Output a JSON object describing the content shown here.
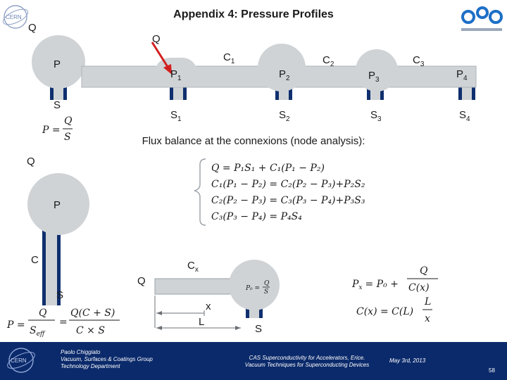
{
  "header": {
    "title": "Appendix 4: Pressure Profiles"
  },
  "top_diagram": {
    "q_outside": "Q",
    "q_arrow": "Q",
    "chamber_p": "P",
    "pump_s": "S",
    "conductances": [
      "C",
      "C",
      "C"
    ],
    "conductance_subs": [
      "1",
      "2",
      "3"
    ],
    "pressures": [
      "P",
      "P",
      "P",
      "P"
    ],
    "pressure_subs": [
      "1",
      "2",
      "3",
      "4"
    ],
    "speeds": [
      "S",
      "S",
      "S",
      "S"
    ],
    "speed_subs": [
      "1",
      "2",
      "3",
      "4"
    ],
    "formula": {
      "lhs": "P =",
      "num": "Q",
      "den": "S"
    }
  },
  "flux_text": "Flux balance at the connexions (node analysis):",
  "equations": [
    "Q = P₁S₁ + C₁(P₁ − P₂)",
    "C₁(P₁ − P₂) = C₂(P₂ − P₃)+P₂S₂",
    "C₂(P₂ − P₃) = C₃(P₃ − P₄)+P₃S₃",
    "C₃(P₃ − P₄) = P₄S₄"
  ],
  "lower_diagram": {
    "q_top": "Q",
    "chamber_p": "P",
    "c_label": "C",
    "s_label": "S",
    "q_tube": "Q",
    "cx_label": "C",
    "cx_sub": "x",
    "x_label": "x",
    "l_label": "L",
    "s2_label": "S",
    "inner_formula": {
      "lhs": "P₀ =",
      "num": "Q",
      "den": "S"
    },
    "seff_formula": {
      "lhs": "P =",
      "f1_num": "Q",
      "f1_den": "S",
      "f1_den_sub": "eff",
      "eq": "=",
      "f2_num": "Q(C + S)",
      "f2_den": "C × S"
    },
    "px_formula": {
      "lhs": "P",
      "lhs_sub": "x",
      "eq": "= P₀ +",
      "num": "Q",
      "den": "C(x)"
    },
    "cx_formula": {
      "lhs": "C(x) = C(L)",
      "num": "L",
      "den": "x"
    }
  },
  "footer": {
    "author_lines": [
      "Paolo Chiggiato",
      "Vacuum, Surfaces & Coatings Group",
      "Technology Department"
    ],
    "course_lines": [
      "CAS Superconductivity for Accelerators, Erice.",
      "Vacuum Techniques for Superconducting Devices"
    ],
    "date": "May 3rd, 2013",
    "page": "58"
  },
  "colors": {
    "chamber": "#cfd3d6",
    "pump": "#0f2f6e",
    "arrow": "#d21e1e",
    "footer_bg": "#0b2a6b"
  }
}
